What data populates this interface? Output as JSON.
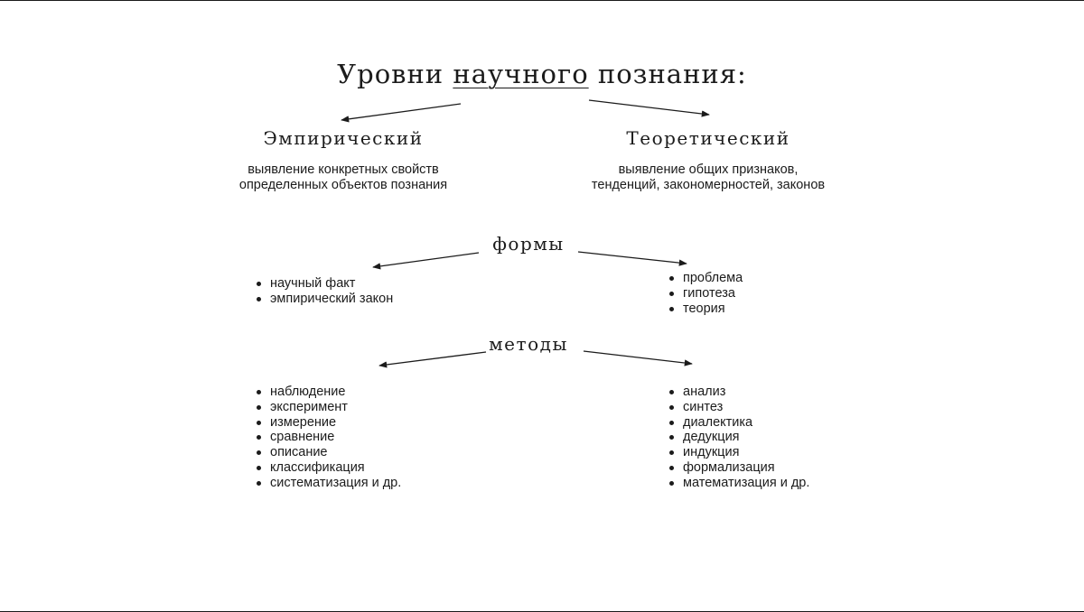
{
  "title": {
    "before": "Уровни ",
    "underlined": "научного",
    "after": " познания:"
  },
  "empirical": {
    "name": "Эмпирический",
    "description_line1": "выявление конкретных свойств",
    "description_line2": "определенных объектов познания"
  },
  "theoretical": {
    "name": "Теоретический",
    "description_line1": "выявление общих признаков,",
    "description_line2": "тенденций, закономерностей, законов"
  },
  "forms": {
    "title": "формы",
    "empirical_items": [
      "научный факт",
      "эмпирический закон"
    ],
    "theoretical_items": [
      "проблема",
      "гипотеза",
      "теория"
    ]
  },
  "methods": {
    "title": "методы",
    "empirical_items": [
      "наблюдение",
      "эксперимент",
      "измерение",
      "сравнение",
      "описание",
      "классификация",
      "систематизация и др."
    ],
    "theoretical_items": [
      "анализ",
      "синтез",
      "диалектика",
      "дедукция",
      "индукция",
      "формализация",
      "математизация и др."
    ]
  },
  "colors": {
    "background": "#ffffff",
    "text": "#1b1b1b",
    "border": "#1a1a1a"
  }
}
